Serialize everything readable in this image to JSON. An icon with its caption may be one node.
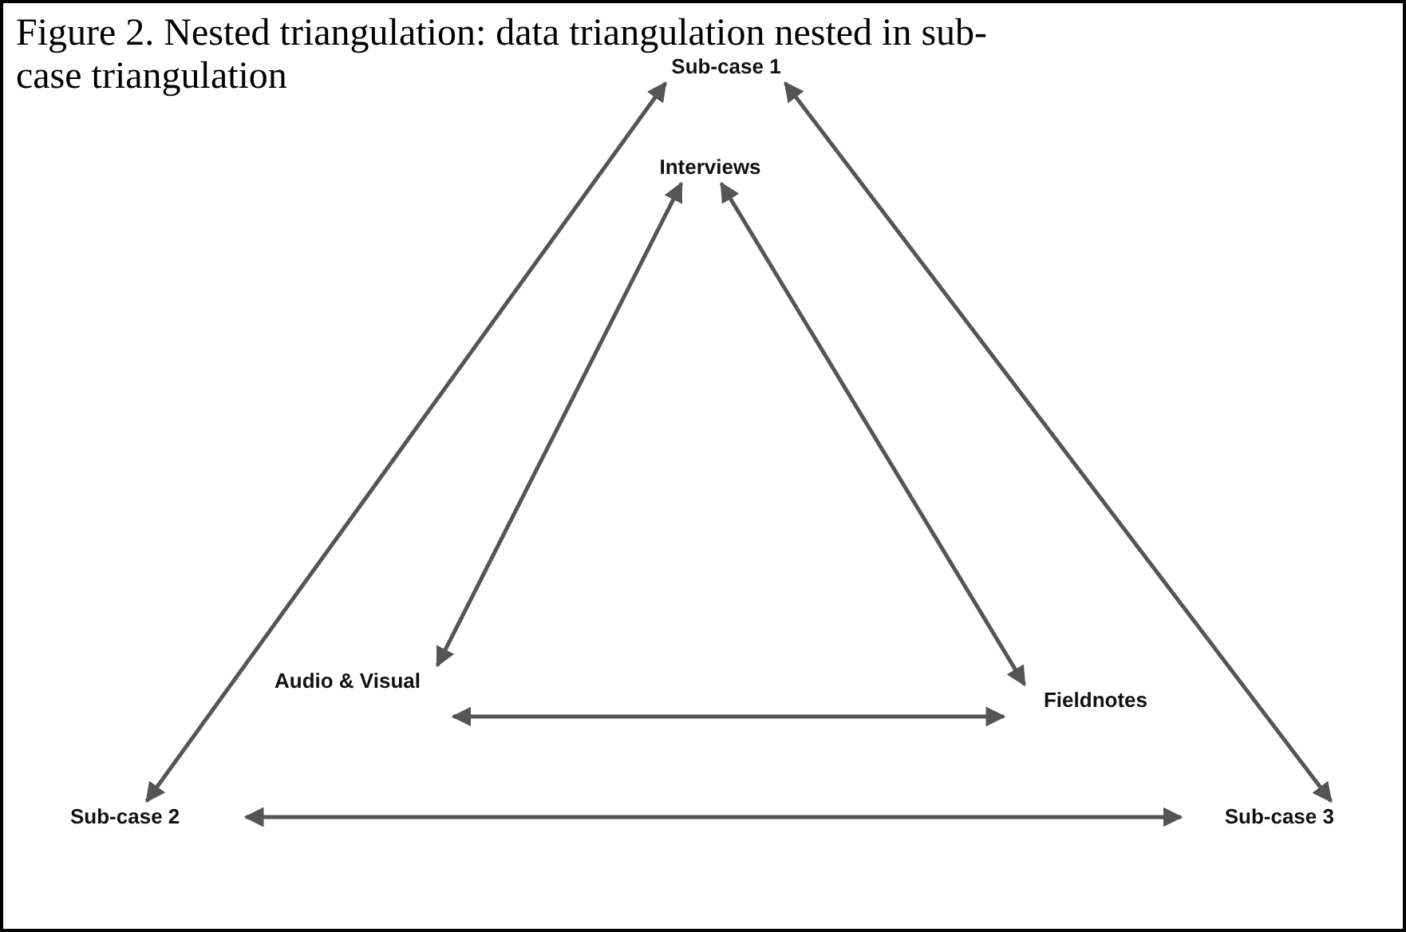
{
  "diagram": {
    "title": "Figure 2. Nested triangulation: data triangulation nested in sub-case triangulation",
    "nodes": [
      {
        "text": [
          "Sub-case 1"
        ]
      },
      {
        "text": [
          "Interviews"
        ]
      },
      {
        "text": [
          "Audio & Visual"
        ]
      },
      {
        "text": [
          "Fieldnotes"
        ]
      },
      {
        "text": [
          "Sub-case 2"
        ]
      },
      {
        "text": [
          "Sub-case 3"
        ]
      }
    ],
    "edges": [
      {
        "from": 4,
        "to": 0,
        "arrow": "both"
      },
      {
        "from": 0,
        "to": 5,
        "arrow": "both"
      },
      {
        "from": 4,
        "to": 5,
        "arrow": "both"
      },
      {
        "from": 1,
        "to": 2,
        "arrow": "both"
      },
      {
        "from": 1,
        "to": 3,
        "arrow": "both"
      },
      {
        "from": 2,
        "to": 3,
        "arrow": "both"
      }
    ]
  }
}
